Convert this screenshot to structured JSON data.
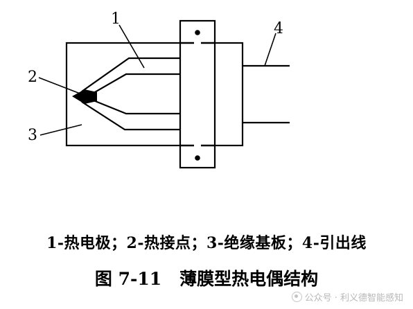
{
  "labels": {
    "callout_1": "1",
    "callout_2": "2",
    "callout_3": "3",
    "callout_4": "4"
  },
  "legend": "1-热电极；2-热接点；3-绝缘基板；4-引出线",
  "figure": {
    "number": "图 7-11",
    "title": "薄膜型热电偶结构"
  },
  "watermark": "公众号 · 利义德智能感知",
  "colors": {
    "ink": "#000000",
    "background": "#ffffff",
    "watermark": "#b8b8b8"
  }
}
